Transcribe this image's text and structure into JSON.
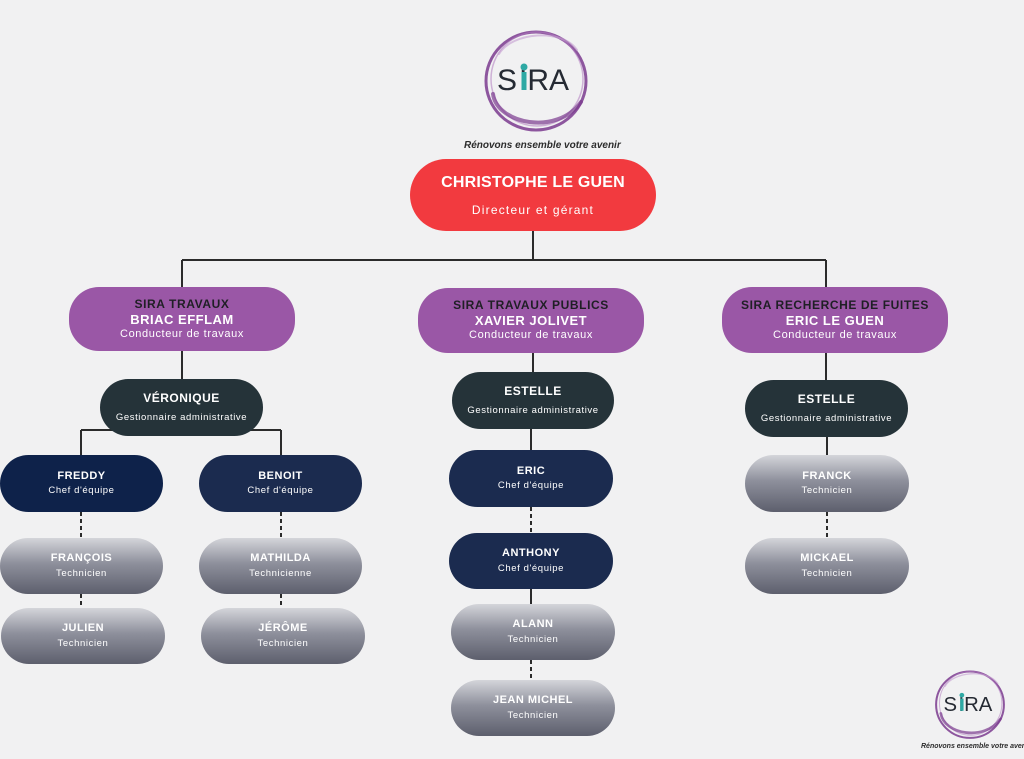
{
  "logo": {
    "text_s": "S",
    "text_ira": "IRA",
    "slogan": "Rénovons ensemble votre avenir"
  },
  "ceo": {
    "name": "CHRISTOPHE LE GUEN",
    "role": "Directeur et gérant"
  },
  "branches": [
    {
      "company": "SIRA TRAVAUX",
      "manager": "BRIAC EFFLAM",
      "role": "Conducteur de travaux"
    },
    {
      "company": "SIRA TRAVAUX PUBLICS",
      "manager": "XAVIER JOLIVET",
      "role": "Conducteur de travaux"
    },
    {
      "company": "SIRA RECHERCHE DE FUITES",
      "manager": "ERIC LE GUEN",
      "role": "Conducteur de travaux"
    }
  ],
  "admins": [
    {
      "name": "VÉRONIQUE",
      "role": "Gestionnaire administrative"
    },
    {
      "name": "ESTELLE",
      "role": "Gestionnaire administrative"
    },
    {
      "name": "ESTELLE",
      "role": "Gestionnaire administrative"
    }
  ],
  "staff": {
    "freddy": {
      "name": "FREDDY",
      "role": "Chef d'équipe"
    },
    "benoit": {
      "name": "BENOIT",
      "role": "Chef d'équipe"
    },
    "francois": {
      "name": "FRANÇOIS",
      "role": "Technicien"
    },
    "julien": {
      "name": "JULIEN",
      "role": "Technicien"
    },
    "mathilda": {
      "name": "MATHILDA",
      "role": "Technicienne"
    },
    "jerome": {
      "name": "JÉRÔME",
      "role": "Technicien"
    },
    "eric": {
      "name": "ERIC",
      "role": "Chef d'équipe"
    },
    "anthony": {
      "name": "ANTHONY",
      "role": "Chef d'équipe"
    },
    "alann": {
      "name": "ALANN",
      "role": "Technicien"
    },
    "jean_michel": {
      "name": "JEAN MICHEL",
      "role": "Technicien"
    },
    "franck": {
      "name": "FRANCK",
      "role": "Technicien"
    },
    "mickael": {
      "name": "MICKAEL",
      "role": "Technicien"
    }
  },
  "colors": {
    "ceo": "#f23a3f",
    "company": "#9a57a6",
    "admin": "#253339",
    "chef": "#1b2b4f",
    "logo_teal": "#2ea9a4",
    "logo_purple": "#7b3b8f"
  }
}
